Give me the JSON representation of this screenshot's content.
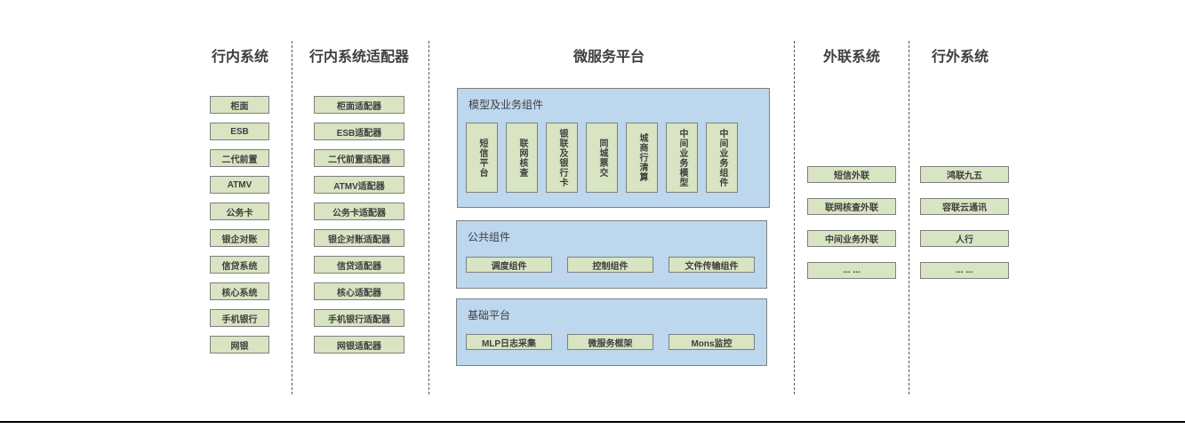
{
  "colors": {
    "node_fill": "#d8e4c2",
    "node_border": "#7f7f7f",
    "container_fill": "#bdd7ee",
    "container_border": "#7f7f7f",
    "text": "#3f3f3f",
    "separator": "#595959",
    "bottom_rule": "#000000"
  },
  "diagram": {
    "columns": [
      {
        "title": "行内系统",
        "items": [
          "柜面",
          "ESB",
          "二代前置",
          "ATMV",
          "公务卡",
          "银企对账",
          "信贷系统",
          "核心系统",
          "手机银行",
          "网银"
        ]
      },
      {
        "title": "行内系统适配器",
        "items": [
          "柜面适配器",
          "ESB适配器",
          "二代前置适配器",
          "ATMV适配器",
          "公务卡适配器",
          "银企对账适配器",
          "信贷适配器",
          "核心适配器",
          "手机银行适配器",
          "网银适配器"
        ]
      },
      {
        "title": "微服务平台"
      },
      {
        "title": "外联系统",
        "items": [
          "短信外联",
          "联网核查外联",
          "中间业务外联",
          "... ..."
        ]
      },
      {
        "title": "行外系统",
        "items": [
          "鸿联九五",
          "容联云通讯",
          "人行",
          "... ..."
        ]
      }
    ],
    "platform_sections": [
      {
        "label": "模型及业务组件",
        "items": [
          "短信平台",
          "联网核查",
          "银联及银行卡",
          "同城票交",
          "城商行清算",
          "中间业务模型",
          "中间业务组件"
        ]
      },
      {
        "label": "公共组件",
        "items": [
          "调度组件",
          "控制组件",
          "文件传输组件"
        ]
      },
      {
        "label": "基础平台",
        "items": [
          "MLP日志采集",
          "微服务框架",
          "Mons监控"
        ]
      }
    ]
  }
}
